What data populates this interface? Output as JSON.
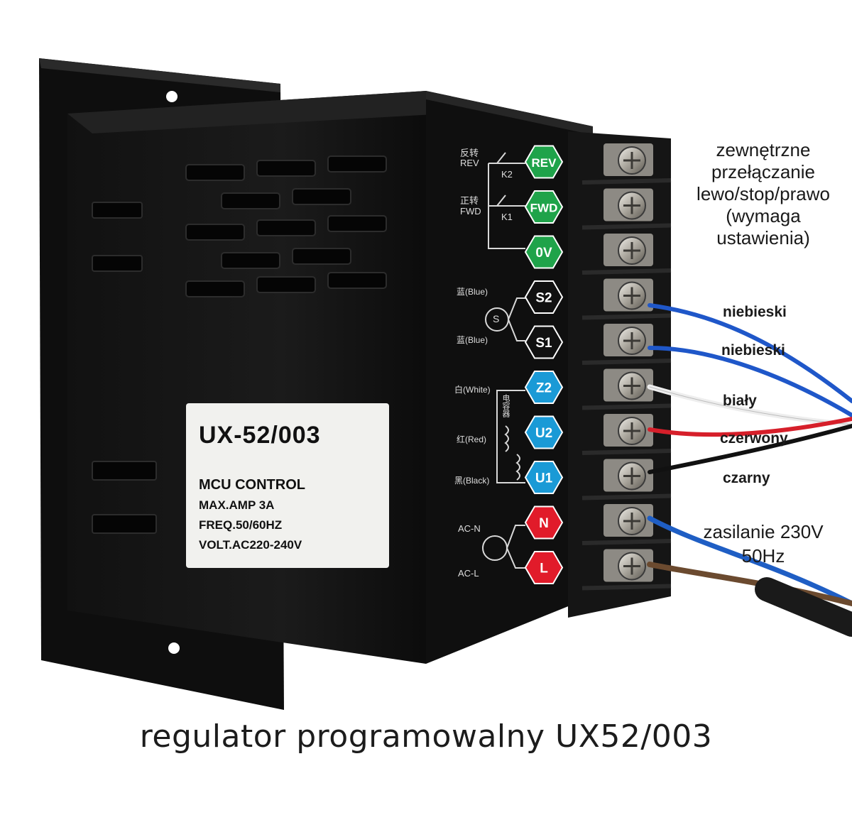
{
  "caption": "regulator programowalny UX52/003",
  "sticker": {
    "model": "UX-52/003",
    "line1": "MCU CONTROL",
    "line2": "MAX.AMP 3A",
    "line3": "FREQ.50/60HZ",
    "line4": "VOLT.AC220-240V"
  },
  "note_switching": [
    "zewnętrzne",
    "przełączanie",
    "lewo/stop/prawo",
    "(wymaga",
    "ustawienia)"
  ],
  "note_power": [
    "zasilanie 230V",
    "50Hz"
  ],
  "wire_labels": [
    "niebieski",
    "niebieski",
    "biały",
    "czerwony",
    "czarny"
  ],
  "panel_left_labels": {
    "rev_cn": "反转",
    "rev": "REV",
    "fwd_cn": "正转",
    "fwd": "FWD",
    "k2": "K2",
    "k1": "K1",
    "blue1": "蓝(Blue)",
    "blue2": "蓝(Blue)",
    "white": "白(White)",
    "red": "红(Red)",
    "black": "黑(Black)",
    "cap": "电容器",
    "acn": "AC-N",
    "acl": "AC-L",
    "s_symbol": "S"
  },
  "terminals": [
    {
      "label": "REV",
      "color": "#1fa34a"
    },
    {
      "label": "FWD",
      "color": "#1fa34a"
    },
    {
      "label": "0V",
      "color": "#1fa34a"
    },
    {
      "label": "S2",
      "color": "#111111"
    },
    {
      "label": "S1",
      "color": "#111111"
    },
    {
      "label": "Z2",
      "color": "#1a9ad6"
    },
    {
      "label": "U2",
      "color": "#1a9ad6"
    },
    {
      "label": "U1",
      "color": "#1a9ad6"
    },
    {
      "label": "N",
      "color": "#e11b2a"
    },
    {
      "label": "L",
      "color": "#e11b2a"
    }
  ]
}
